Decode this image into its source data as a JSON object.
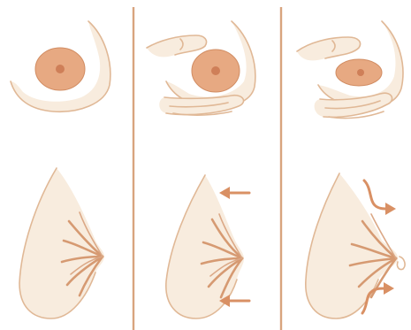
{
  "diagram": {
    "panels": [
      {
        "id": "relaxed"
      },
      {
        "id": "hand-placement"
      },
      {
        "id": "compression"
      }
    ],
    "colors": {
      "skin": "#f8ecde",
      "skin_outline": "#e0b896",
      "areola": "#e7a982",
      "nipple": "#cf7f58",
      "ducts": "#d69a72",
      "arrows": "#d99064",
      "divider": "#d8a47e",
      "background": "#ffffff"
    },
    "icons": [
      "hand-icon",
      "arrow-left-icon",
      "arrow-right-icon"
    ]
  }
}
